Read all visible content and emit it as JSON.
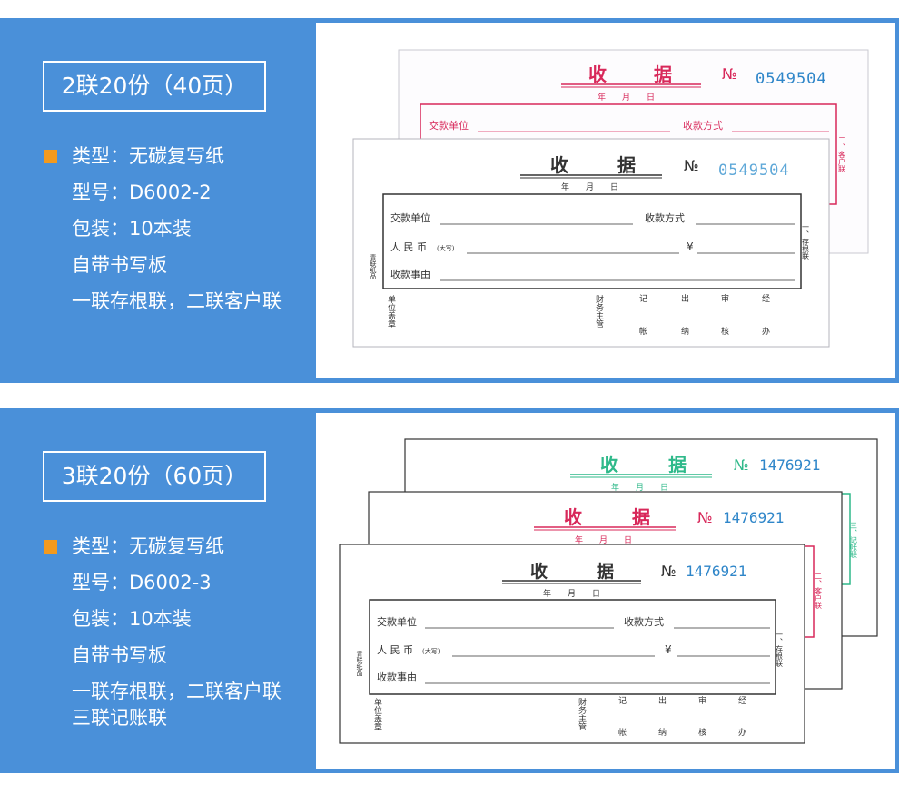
{
  "product1": {
    "title": "2联20份（40页）",
    "specs": [
      "类型：无碳复写纸",
      "型号：D6002-2",
      "包装：10本装",
      "自带书写板",
      "一联存根联，二联客户联"
    ]
  },
  "product2": {
    "title": "3联20份（60页）",
    "specs": [
      "类型：无碳复写纸",
      "型号：D6002-3",
      "包装：10本装",
      "自带书写板",
      "一联存根联，二联客户联",
      "三联记账联"
    ]
  },
  "receipt": {
    "title_a": "收",
    "title_b": "据",
    "no_symbol": "№",
    "date": "年　　月　　日",
    "payer": "交款单位",
    "method": "收款方式",
    "rmb": "人 民 币",
    "daxie": "(大写)",
    "yen": "¥",
    "reason": "收款事由",
    "unit_seal": "单位盖章",
    "finance": "财务主管",
    "jizhang": "记帐",
    "chuna": "出纳",
    "shenhe": "审核",
    "jingban": "经办",
    "brand": "青联纸品",
    "copy1": "一、存根联",
    "copy2": "二、客户联",
    "copy3": "三、记帐联",
    "serial_a": "0549504",
    "serial_b": "1476921"
  },
  "colors": {
    "panel": "#4a90d9",
    "bullet": "#f39a1e",
    "red": "#d8285a",
    "green": "#2fb98a",
    "serial": "#2f86c9"
  }
}
